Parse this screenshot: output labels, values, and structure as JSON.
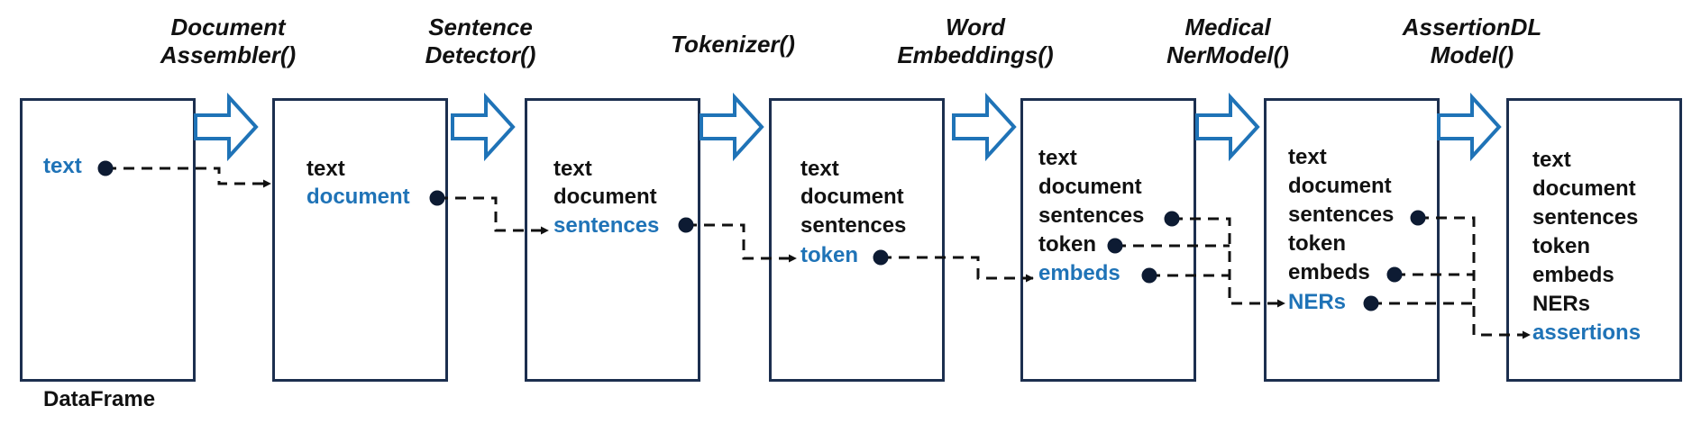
{
  "dataframe_label": "DataFrame",
  "stages": [
    {
      "title": "Document\nAssembler()"
    },
    {
      "title": "Sentence\nDetector()"
    },
    {
      "title": "Tokenizer()"
    },
    {
      "title": "Word\nEmbeddings()"
    },
    {
      "title": "Medical\nNerModel()"
    },
    {
      "title": "AssertionDL\nModel()"
    }
  ],
  "boxes": [
    {
      "fields": [
        {
          "label": "text",
          "new": true
        }
      ]
    },
    {
      "fields": [
        {
          "label": "text",
          "new": false
        },
        {
          "label": "document",
          "new": true
        }
      ]
    },
    {
      "fields": [
        {
          "label": "text",
          "new": false
        },
        {
          "label": "document",
          "new": false
        },
        {
          "label": "sentences",
          "new": true
        }
      ]
    },
    {
      "fields": [
        {
          "label": "text",
          "new": false
        },
        {
          "label": "document",
          "new": false
        },
        {
          "label": "sentences",
          "new": false
        },
        {
          "label": "token",
          "new": true
        }
      ]
    },
    {
      "fields": [
        {
          "label": "text",
          "new": false
        },
        {
          "label": "document",
          "new": false
        },
        {
          "label": "sentences",
          "new": false
        },
        {
          "label": "token",
          "new": false
        },
        {
          "label": "embeds",
          "new": true
        }
      ]
    },
    {
      "fields": [
        {
          "label": "text",
          "new": false
        },
        {
          "label": "document",
          "new": false
        },
        {
          "label": "sentences",
          "new": false
        },
        {
          "label": "token",
          "new": false
        },
        {
          "label": "embeds",
          "new": false
        },
        {
          "label": "NERs",
          "new": true
        }
      ]
    },
    {
      "fields": [
        {
          "label": "text",
          "new": false
        },
        {
          "label": "document",
          "new": false
        },
        {
          "label": "sentences",
          "new": false
        },
        {
          "label": "token",
          "new": false
        },
        {
          "label": "embeds",
          "new": false
        },
        {
          "label": "NERs",
          "new": false
        },
        {
          "label": "assertions",
          "new": true
        }
      ]
    }
  ],
  "colors": {
    "highlight": "#1f73b7",
    "box_border": "#1c2f4f",
    "arrow": "#1f73b7",
    "dot": "#0d1b33"
  },
  "icons": {
    "stage_arrow": "hollow-right-arrow",
    "connector": "dashed-elbow-arrow",
    "output_port": "filled-dot"
  }
}
